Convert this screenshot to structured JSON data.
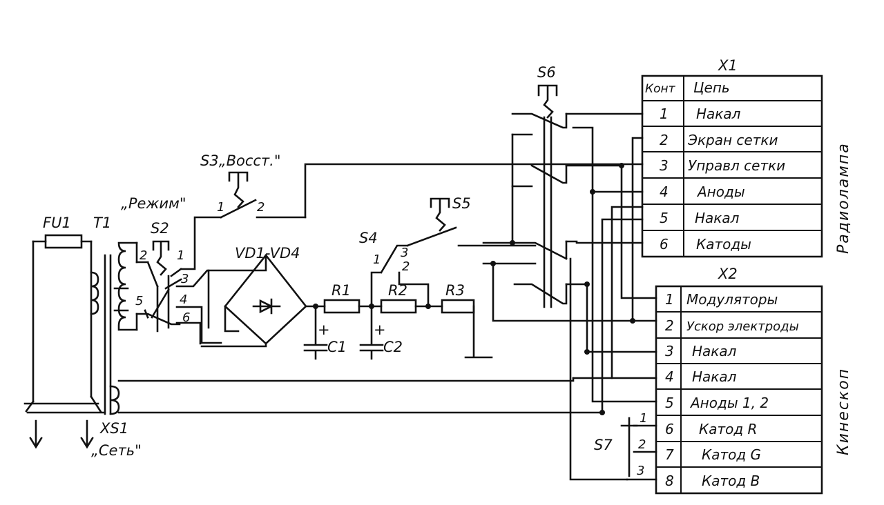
{
  "labels": {
    "fu1": "FU1",
    "t1": "T1",
    "s2": "S2",
    "mode": "„Режим\"",
    "s3": "S3„Восст.\"",
    "s4": "S4",
    "s5": "S5",
    "s6": "S6",
    "s7": "S7",
    "vd": "VD1-VD4",
    "r1": "R1",
    "r2": "R2",
    "r3": "R3",
    "c1": "C1",
    "c2": "C2",
    "plus": "+",
    "xs1": "XS1",
    "mains": "„Сеть\"",
    "x1": "X1",
    "x2": "X2",
    "x1_side": "Радиолампа",
    "x2_side": "Кинескоп"
  },
  "pins": {
    "s2_1": "1",
    "s2_2": "2",
    "s3_1": "1",
    "s3_2": "2",
    "s4_1": "1",
    "s4_2": "2",
    "s4_3": "3",
    "t_3": "3",
    "t_4": "4",
    "t_5": "5",
    "t_6": "6",
    "s7_1": "1",
    "s7_2": "2",
    "s7_3": "3"
  },
  "x1": {
    "header_contact": "Конт",
    "header_circuit": "Цепь",
    "rows": [
      {
        "n": "1",
        "name": "Накал"
      },
      {
        "n": "2",
        "name": "Экран сетки"
      },
      {
        "n": "3",
        "name": "Управл сетки"
      },
      {
        "n": "4",
        "name": "Аноды"
      },
      {
        "n": "5",
        "name": "Накал"
      },
      {
        "n": "6",
        "name": "Катоды"
      }
    ]
  },
  "x2": {
    "rows": [
      {
        "n": "1",
        "name": "Модуляторы"
      },
      {
        "n": "2",
        "name": "Ускор электроды"
      },
      {
        "n": "3",
        "name": "Накал"
      },
      {
        "n": "4",
        "name": "Накал"
      },
      {
        "n": "5",
        "name": "Аноды 1, 2"
      },
      {
        "n": "6",
        "name": "Катод R"
      },
      {
        "n": "7",
        "name": "Катод G"
      },
      {
        "n": "8",
        "name": "Катод B"
      }
    ]
  }
}
